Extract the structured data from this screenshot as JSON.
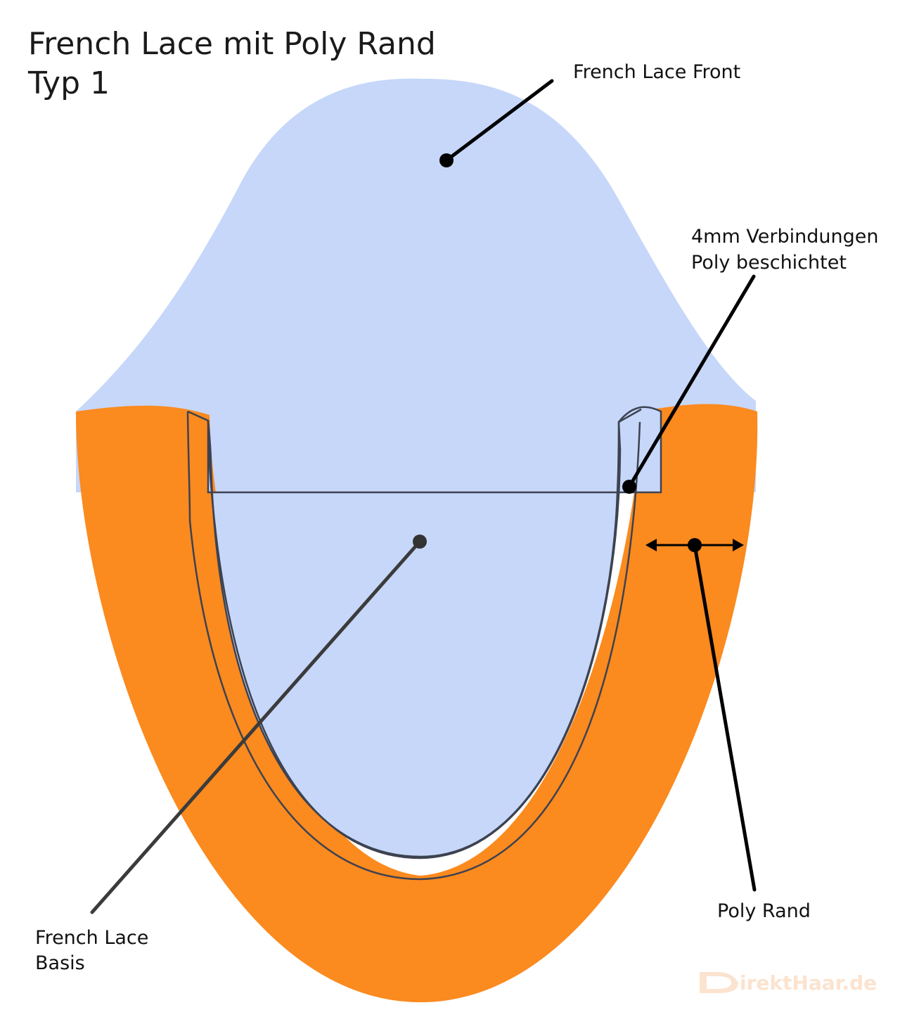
{
  "title": {
    "line1": "French Lace mit Poly Rand",
    "line2": "Typ 1"
  },
  "labels": {
    "front": "French Lace Front",
    "connection_line1": "4mm Verbindungen",
    "connection_line2": "Poly beschichtet",
    "base_line1": "French Lace",
    "base_line2": "Basis",
    "rim": "Poly Rand"
  },
  "watermark": {
    "text": "irektHaar.de",
    "logo": "d-logo-icon"
  },
  "colors": {
    "lace_blue": "#c6d7fa",
    "poly_orange": "#fb8a1f",
    "outline": "#3d4250",
    "leader": "#000000",
    "watermark": "#fbe3cf"
  }
}
